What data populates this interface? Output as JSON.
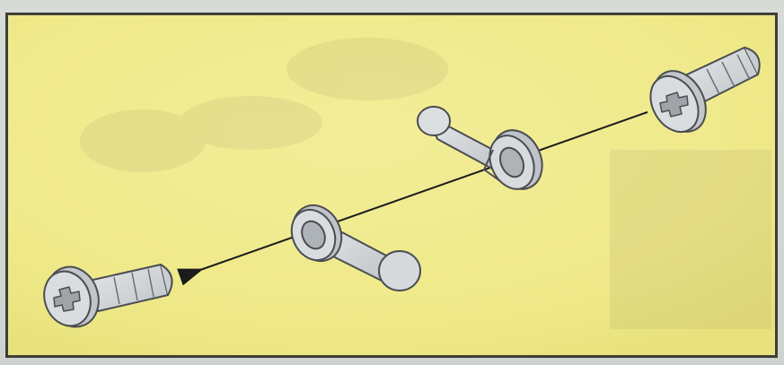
{
  "colors": {
    "panel_background": "#f1ec8f",
    "panel_border": "#3e3e38",
    "part_fill": "#d3d6d8",
    "part_shadow": "#aeb3b7",
    "part_outline": "#4a4d52",
    "arrow": "#1b1b1b"
  },
  "diagram": {
    "parts": [
      {
        "name": "axle-pin-right"
      },
      {
        "name": "pin-connector-upper"
      },
      {
        "name": "pin-connector-lower"
      },
      {
        "name": "axle-pin-left"
      }
    ],
    "arrow": {
      "direction": "from-upper-right-to-lower-left"
    }
  }
}
